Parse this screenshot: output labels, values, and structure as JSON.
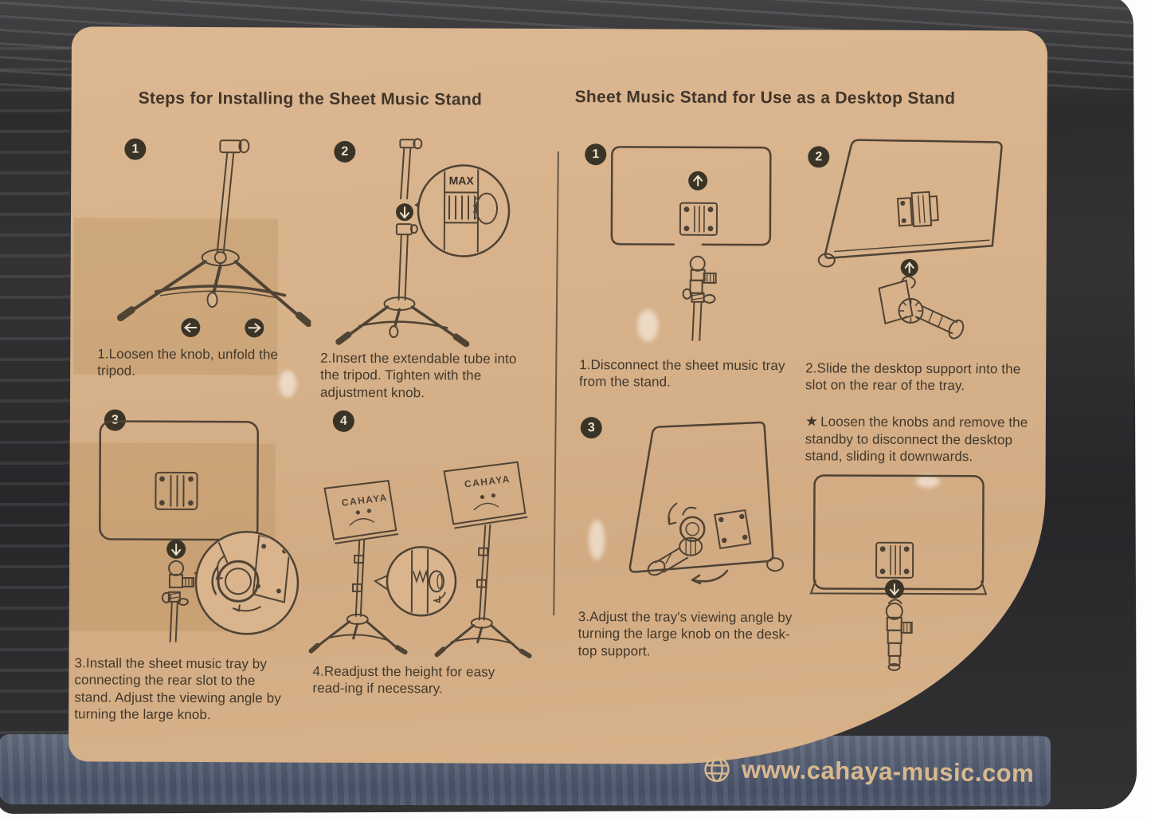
{
  "left": {
    "title": "Steps for Installing the Sheet Music Stand",
    "steps": [
      {
        "num": "1",
        "caption": "1.Loosen the knob, unfold the tripod."
      },
      {
        "num": "2",
        "caption": "2.Insert the extendable tube into the tripod. Tighten with the adjustment knob."
      },
      {
        "num": "3",
        "caption": "3.Install the sheet music tray by connecting the rear slot to the stand. Adjust the viewing angle by turning the large knob."
      },
      {
        "num": "4",
        "caption": "4.Readjust the height for easy read-ing if necessary."
      }
    ]
  },
  "right": {
    "title": "Sheet Music Stand for Use as a Desktop Stand",
    "steps": [
      {
        "num": "1",
        "caption": "1.Disconnect the sheet music tray from the stand."
      },
      {
        "num": "2",
        "caption": "2.Slide the desktop support into the slot on the rear of the tray."
      },
      {
        "num": "3",
        "caption": "3.Adjust the tray's viewing angle by turning the large knob on the desk-top support."
      }
    ],
    "note_star": "★",
    "note": "Loosen the knobs and remove the standby to disconnect the desktop stand, sliding it downwards."
  },
  "labels": {
    "max": "MAX",
    "brand": "CAHAYA"
  },
  "footer": {
    "website": "www.cahaya-music.com"
  },
  "colors": {
    "cardboard": "#d7b28b",
    "ink": "#4f4334",
    "box_dark": "#2c2c2e",
    "box_edge_blue": "#56617a",
    "footer_text": "#dab88e"
  }
}
